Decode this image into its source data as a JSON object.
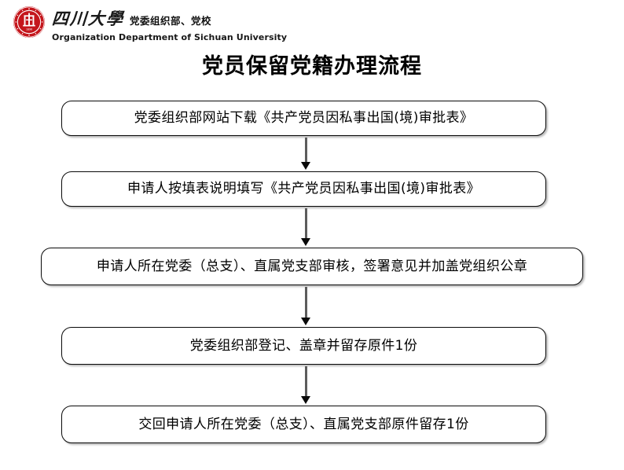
{
  "header": {
    "logo_icon": "sichuan-university-seal-icon",
    "logo_color": "#C4161C",
    "university_name_cn": "四川大學",
    "department_cn": "党委组织部、党校",
    "department_en": "Organization Department of Sichuan University"
  },
  "title": "党员保留党籍办理流程",
  "flow": {
    "arrow_shaft_color": "#5C5C5C",
    "arrow_head_color": "#0A0A0A",
    "box_border_color": "#0A0A0A",
    "steps": [
      {
        "id": "step-1",
        "label": "党委组织部网站下载《共产党员因私事出国(境)审批表》"
      },
      {
        "id": "step-2",
        "label": "申请人按填表说明填写《共产党员因私事出国(境)审批表》"
      },
      {
        "id": "step-3",
        "label": "申请人所在党委（总支）、直属党支部审核，签署意见并加盖党组织公章"
      },
      {
        "id": "step-4",
        "label": "党委组织部登记、盖章并留存原件1份"
      },
      {
        "id": "step-5",
        "label": "交回申请人所在党委（总支）、直属党支部原件留存1份"
      }
    ],
    "connectors": [
      {
        "id": "connector-1",
        "from": "step-1",
        "to": "step-2",
        "direction": "down"
      },
      {
        "id": "connector-2",
        "from": "step-2",
        "to": "step-3",
        "direction": "down"
      },
      {
        "id": "connector-3",
        "from": "step-3",
        "to": "step-4",
        "direction": "down"
      },
      {
        "id": "connector-4",
        "from": "step-4",
        "to": "step-5",
        "direction": "down"
      }
    ]
  }
}
